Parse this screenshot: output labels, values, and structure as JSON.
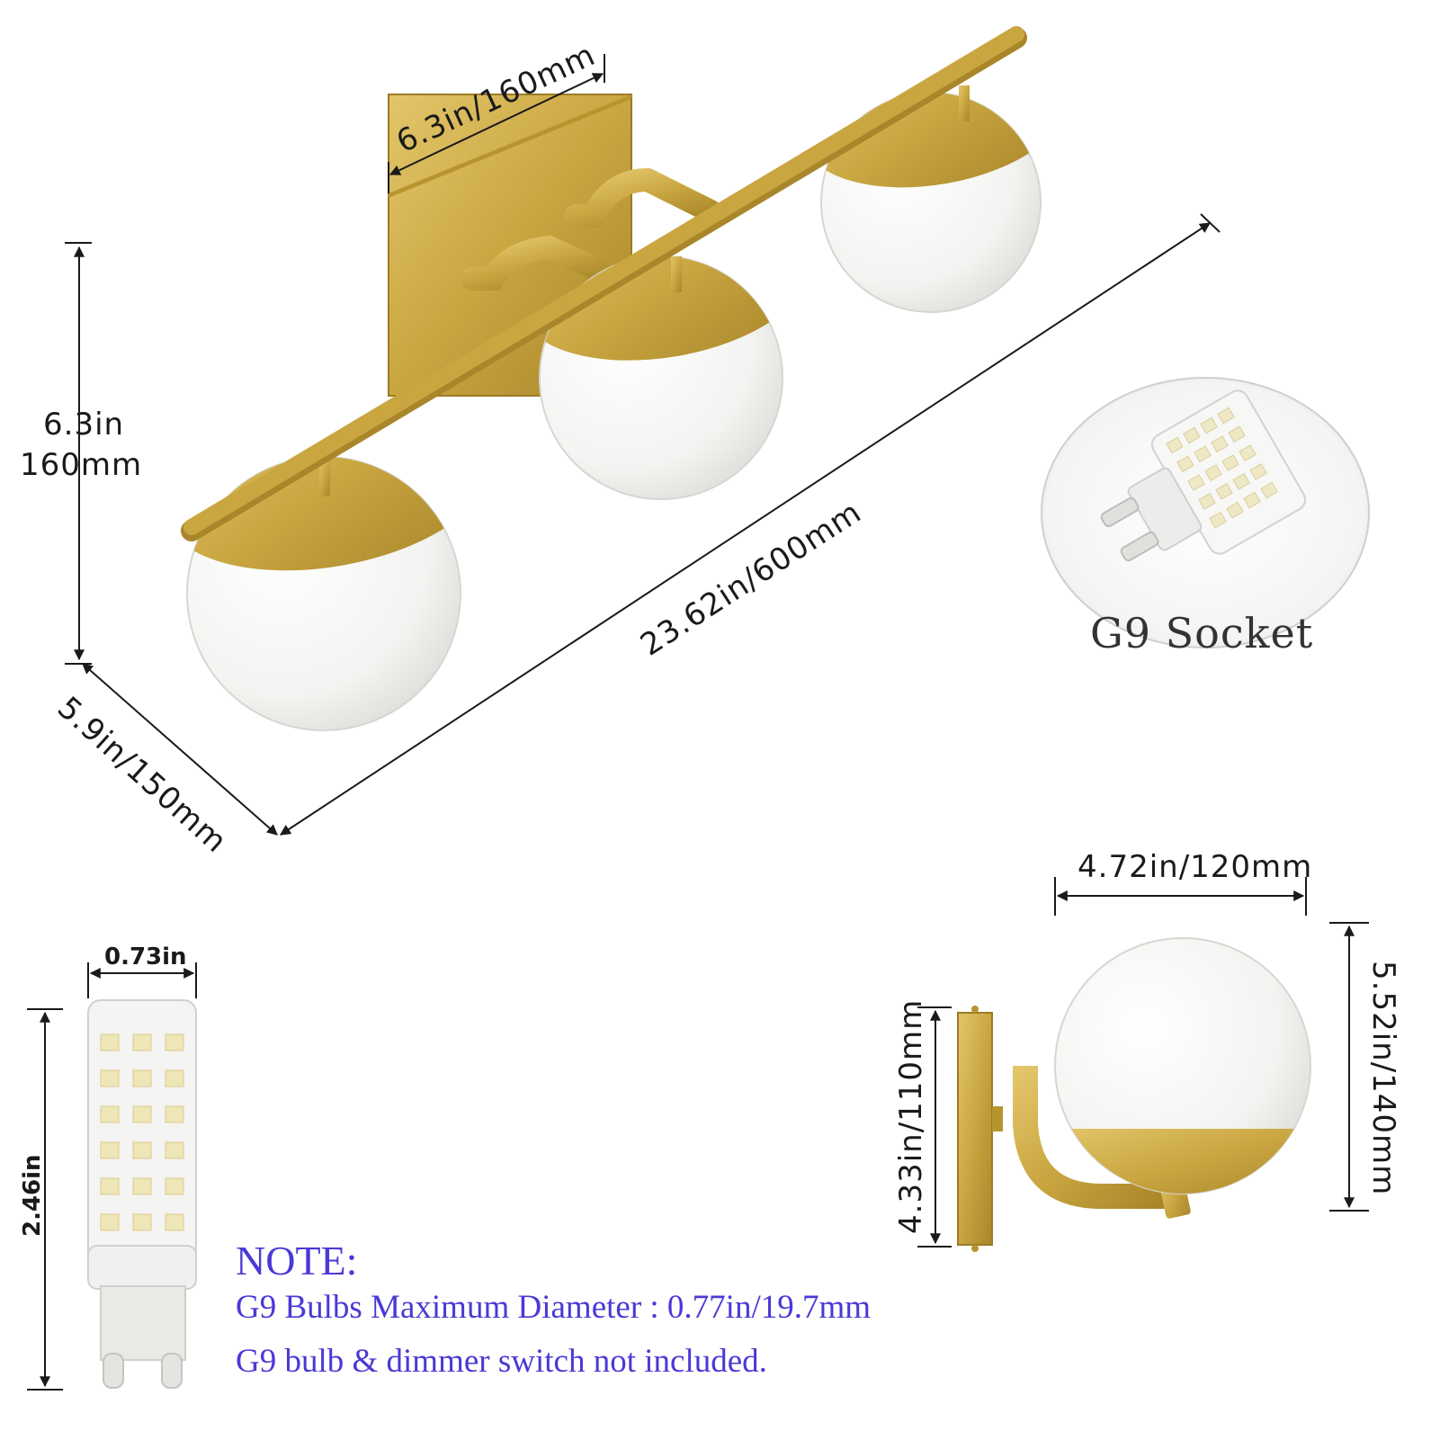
{
  "dimensions": {
    "backplate_width": "6.3in/160mm",
    "height_in": "6.3in",
    "height_mm": "160mm",
    "total_length": "23.62in/600mm",
    "depth": "5.9in/150mm",
    "globe_width": "4.72in/120mm",
    "globe_height": "5.52in/140mm",
    "sconce_plate_height": "4.33in/110mm",
    "bulb_width": "0.73in",
    "bulb_height": "2.46in"
  },
  "socket_label": "G9 Socket",
  "note": {
    "title": "NOTE:",
    "line1": "G9 Bulbs Maximum Diameter : 0.77in/19.7mm",
    "line2": "G9 bulb & dimmer switch not included."
  },
  "colors": {
    "gold": "#c9a640",
    "globe": "#f4f4f2",
    "note": "#4a39d6"
  }
}
